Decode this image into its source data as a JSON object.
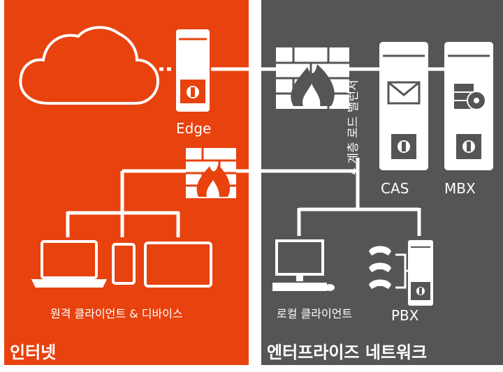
{
  "zones": {
    "internet": {
      "title": "인터넷",
      "color": "#e8420e"
    },
    "enterprise": {
      "title": "엔터프라이즈 네트워크",
      "color": "#555555"
    }
  },
  "nodes": {
    "edge": "Edge",
    "cas": "CAS",
    "mbx": "MBX",
    "load_balancer": "4 계층 로드 밸런서",
    "remote_clients": "원격 클라이언트 & 디바이스",
    "local_client": "로컬 클라이언트",
    "pbx": "PBX"
  },
  "icons": [
    "cloud-icon",
    "server-icon",
    "firewall-icon",
    "mail-icon",
    "database-icon",
    "laptop-icon",
    "phone-icon",
    "tablet-icon",
    "monitor-icon",
    "telephone-icon"
  ]
}
